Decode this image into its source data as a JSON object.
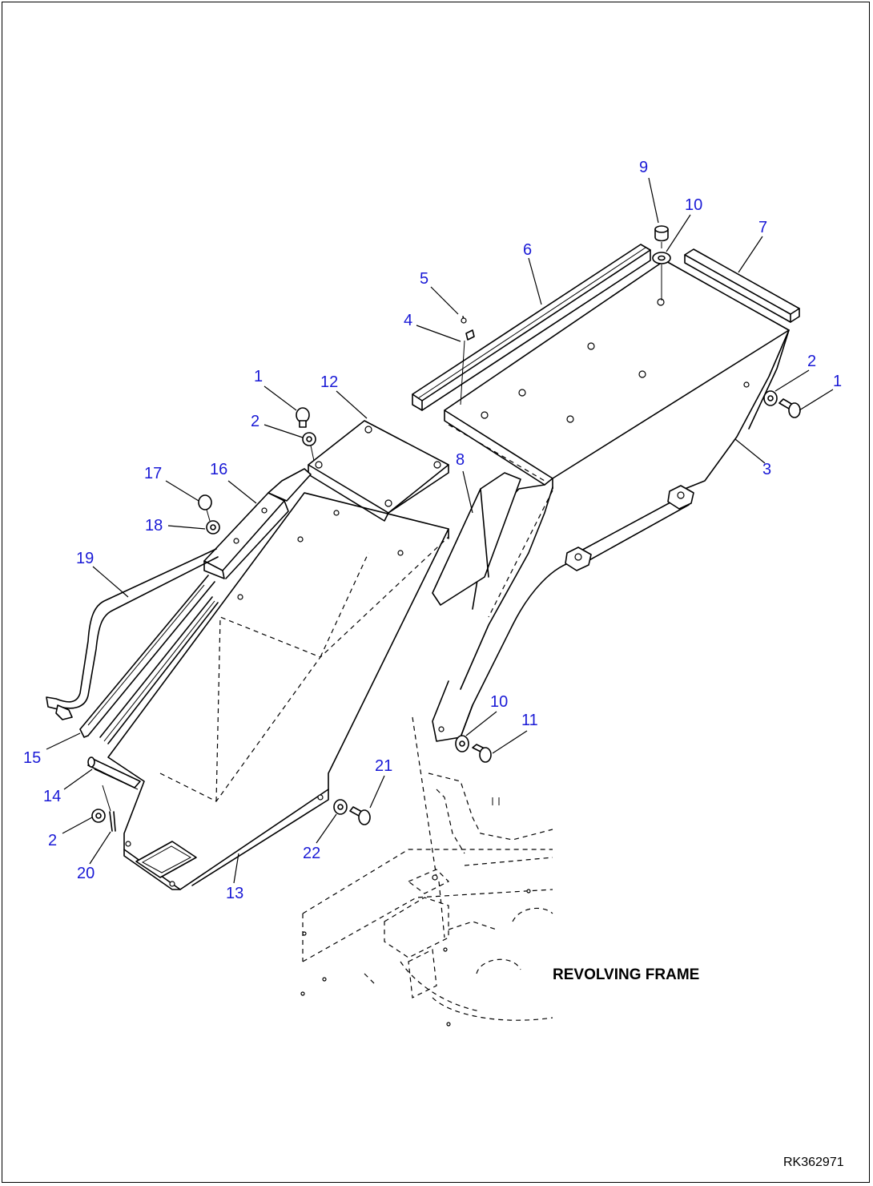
{
  "callouts": [
    {
      "id": "c9",
      "text": "9"
    },
    {
      "id": "c10a",
      "text": "10"
    },
    {
      "id": "c7",
      "text": "7"
    },
    {
      "id": "c6",
      "text": "6"
    },
    {
      "id": "c5",
      "text": "5"
    },
    {
      "id": "c4",
      "text": "4"
    },
    {
      "id": "c2a",
      "text": "2"
    },
    {
      "id": "c1a",
      "text": "1"
    },
    {
      "id": "c3",
      "text": "3"
    },
    {
      "id": "c1b",
      "text": "1"
    },
    {
      "id": "c12",
      "text": "12"
    },
    {
      "id": "c2b",
      "text": "2"
    },
    {
      "id": "c8",
      "text": "8"
    },
    {
      "id": "c17",
      "text": "17"
    },
    {
      "id": "c16",
      "text": "16"
    },
    {
      "id": "c18",
      "text": "18"
    },
    {
      "id": "c19",
      "text": "19"
    },
    {
      "id": "c10b",
      "text": "10"
    },
    {
      "id": "c11",
      "text": "11"
    },
    {
      "id": "c15",
      "text": "15"
    },
    {
      "id": "c21",
      "text": "21"
    },
    {
      "id": "c14",
      "text": "14"
    },
    {
      "id": "c2c",
      "text": "2"
    },
    {
      "id": "c22",
      "text": "22"
    },
    {
      "id": "c20",
      "text": "20"
    },
    {
      "id": "c13",
      "text": "13"
    }
  ],
  "labels": {
    "revolving_frame": "REVOLVING FRAME",
    "figure_code": "RK362971"
  },
  "colors": {
    "callout": "#1a1ad6",
    "line": "#000000",
    "background": "#ffffff"
  }
}
